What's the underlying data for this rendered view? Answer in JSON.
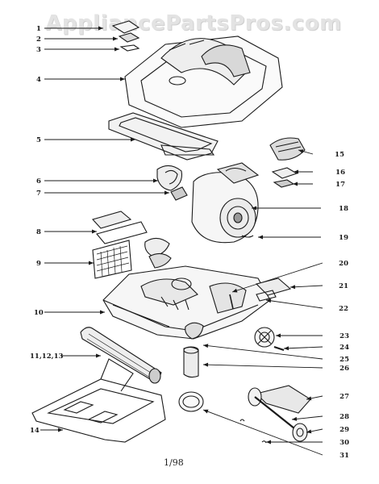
{
  "watermark": "AppliancePartsPros.com",
  "footer_date": "1/98",
  "labels": [
    "1",
    "2",
    "3",
    "4",
    "5",
    "6",
    "7",
    "8",
    "9",
    "10",
    "11,12,13",
    "14",
    "15",
    "16",
    "17",
    "18",
    "19",
    "20",
    "21",
    "22",
    "23",
    "24",
    "25",
    "26",
    "27",
    "28",
    "29",
    "30",
    "31"
  ],
  "colors": {
    "ink": "#1a1a1a",
    "watermark": "#e3e3e3",
    "background": "#ffffff"
  }
}
